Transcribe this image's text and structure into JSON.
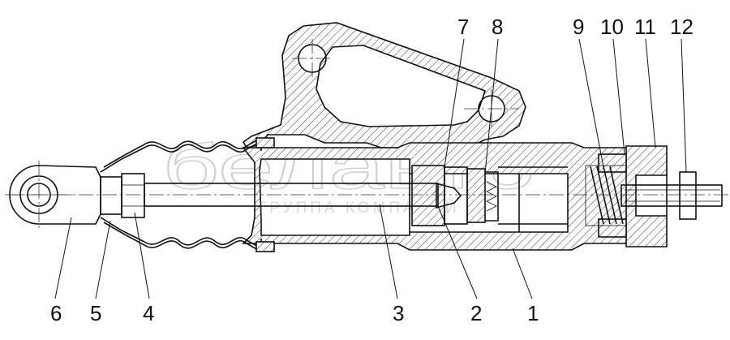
{
  "watermark": {
    "brand": "белавто",
    "tagline": "ГРУППА КОМПАНИЙ"
  },
  "callouts": [
    {
      "id": "6",
      "label": "6"
    },
    {
      "id": "5",
      "label": "5"
    },
    {
      "id": "4",
      "label": "4"
    },
    {
      "id": "3",
      "label": "3"
    },
    {
      "id": "2",
      "label": "2"
    },
    {
      "id": "1",
      "label": "1"
    },
    {
      "id": "7",
      "label": "7"
    },
    {
      "id": "8",
      "label": "8"
    },
    {
      "id": "9",
      "label": "9"
    },
    {
      "id": "10",
      "label": "10"
    },
    {
      "id": "11",
      "label": "11"
    },
    {
      "id": "12",
      "label": "12"
    }
  ]
}
